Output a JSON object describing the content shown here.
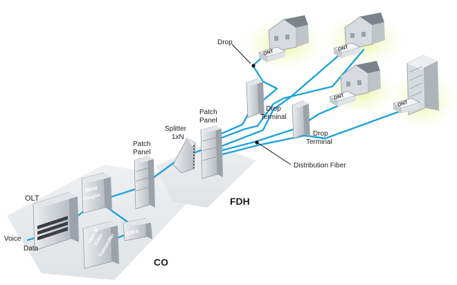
{
  "labels": {
    "olt": "OLT",
    "voice": "Voice",
    "data": "Data",
    "wdm_line1": "WDM",
    "wdm_line2": "Coupler",
    "edfa": "EDFA",
    "ovt_line1": "Optical",
    "ovt_line2": "Video",
    "ovt_line3": "Transmitter",
    "co": "CO",
    "patch_panel_1_line1": "Patch",
    "patch_panel_1_line2": "Panel",
    "splitter_line1": "Splitter",
    "splitter_line2": "1xN",
    "patch_panel_2_line1": "Patch",
    "patch_panel_2_line2": "Panel",
    "fdh": "FDH",
    "drop": "Drop",
    "drop_terminal_1_line1": "Drop",
    "drop_terminal_1_line2": "Terminal",
    "drop_terminal_2_line1": "Drop",
    "drop_terminal_2_line2": "Terminal",
    "distribution_fiber": "Distribution Fiber",
    "ont": "ONT"
  },
  "colors": {
    "fiber": "#1ea2dc",
    "platform": "#e9ecef",
    "device": "#c9ced3",
    "device_dark": "#8e959c",
    "house_glow": "#eef6b4"
  }
}
